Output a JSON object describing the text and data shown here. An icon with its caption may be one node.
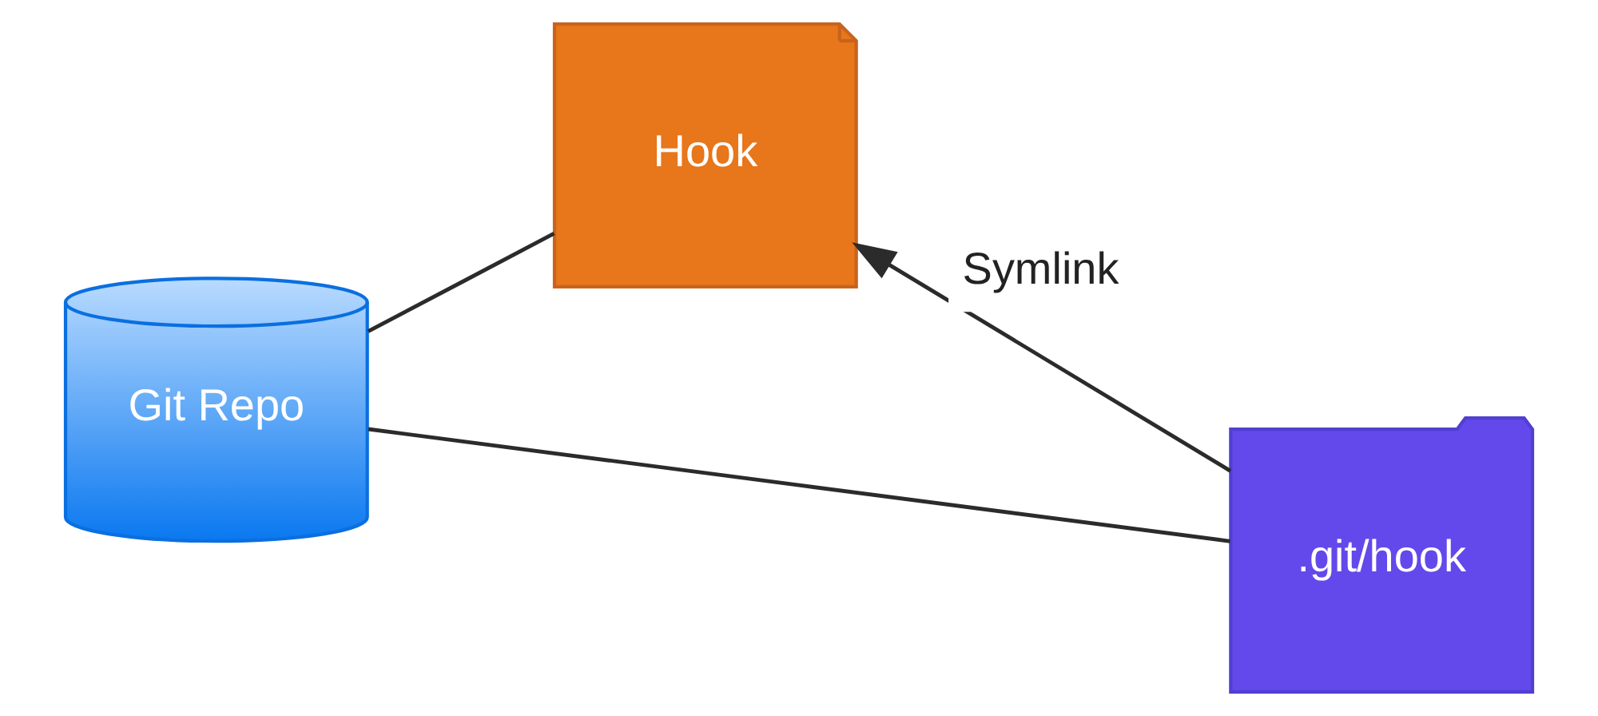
{
  "diagram": {
    "nodes": [
      {
        "text": [
          "Hook"
        ]
      },
      {
        "text": [
          "Git Repo"
        ]
      },
      {
        "text": [
          ".git/hook"
        ]
      }
    ],
    "edges": [
      {
        "from": 1,
        "to": 0,
        "arrow": "none"
      },
      {
        "from": 1,
        "to": 2,
        "arrow": "none"
      },
      {
        "from": 2,
        "to": 0,
        "arrow": "to",
        "label": "Symlink"
      }
    ]
  }
}
